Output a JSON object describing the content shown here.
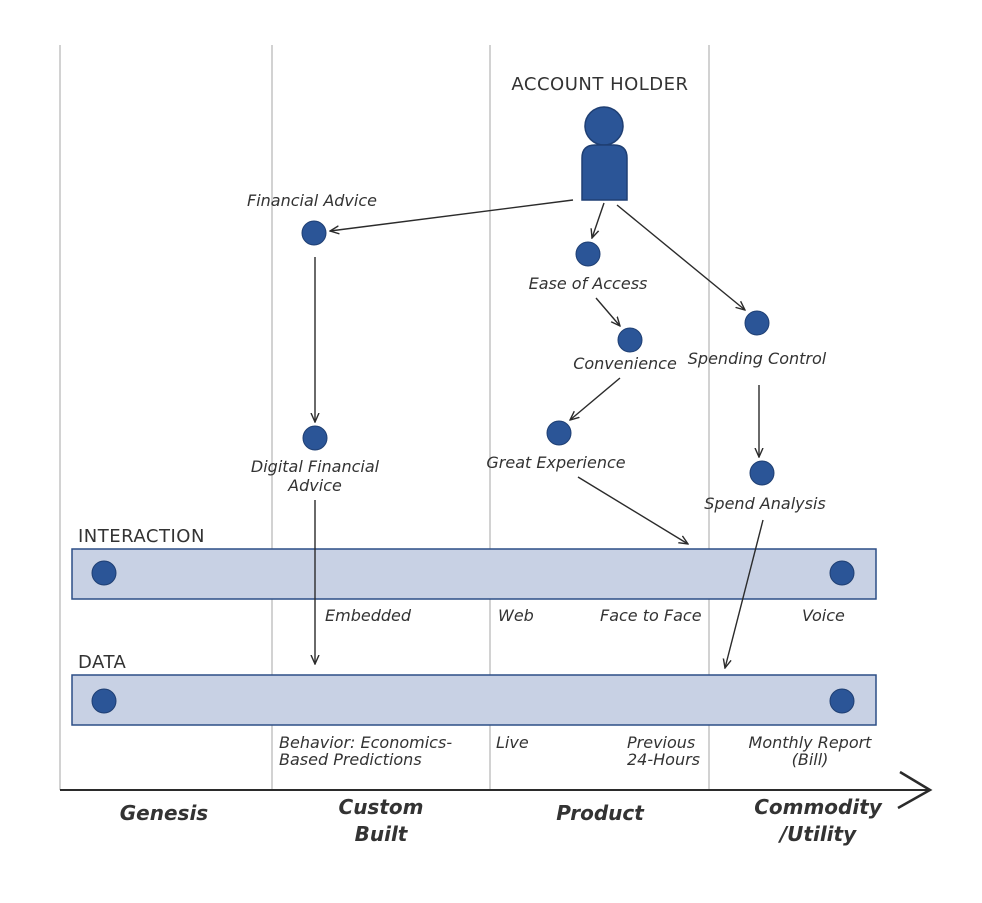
{
  "title": "ACCOUNT HOLDER",
  "colors": {
    "node": "#2b5597",
    "band": "#c8d1e4",
    "band_border": "#2c4e86",
    "text": "#333333"
  },
  "user_icon": "person-icon",
  "stages": [
    "Genesis",
    [
      "Custom",
      "Built"
    ],
    "Product",
    [
      "Commodity",
      "/Utility"
    ]
  ],
  "nodes": {
    "financial_advice": "Financial Advice",
    "ease_of_access": "Ease of Access",
    "convenience": "Convenience",
    "spending_control": "Spending Control",
    "great_experience": "Great Experience",
    "digital_financial_advice": [
      "Digital Financial",
      "Advice"
    ],
    "spend_analysis": "Spend Analysis"
  },
  "bands": {
    "interaction": {
      "title": "INTERACTION",
      "labels": {
        "embedded": "Embedded",
        "web": "Web",
        "face_to_face": "Face to Face",
        "voice": "Voice"
      }
    },
    "data": {
      "title": "DATA",
      "labels": {
        "behavior": [
          "Behavior: Economics-",
          "Based Predictions"
        ],
        "live": "Live",
        "previous": [
          "Previous",
          "24-Hours"
        ],
        "monthly": [
          "Monthly Report",
          "(Bill)"
        ]
      }
    }
  }
}
